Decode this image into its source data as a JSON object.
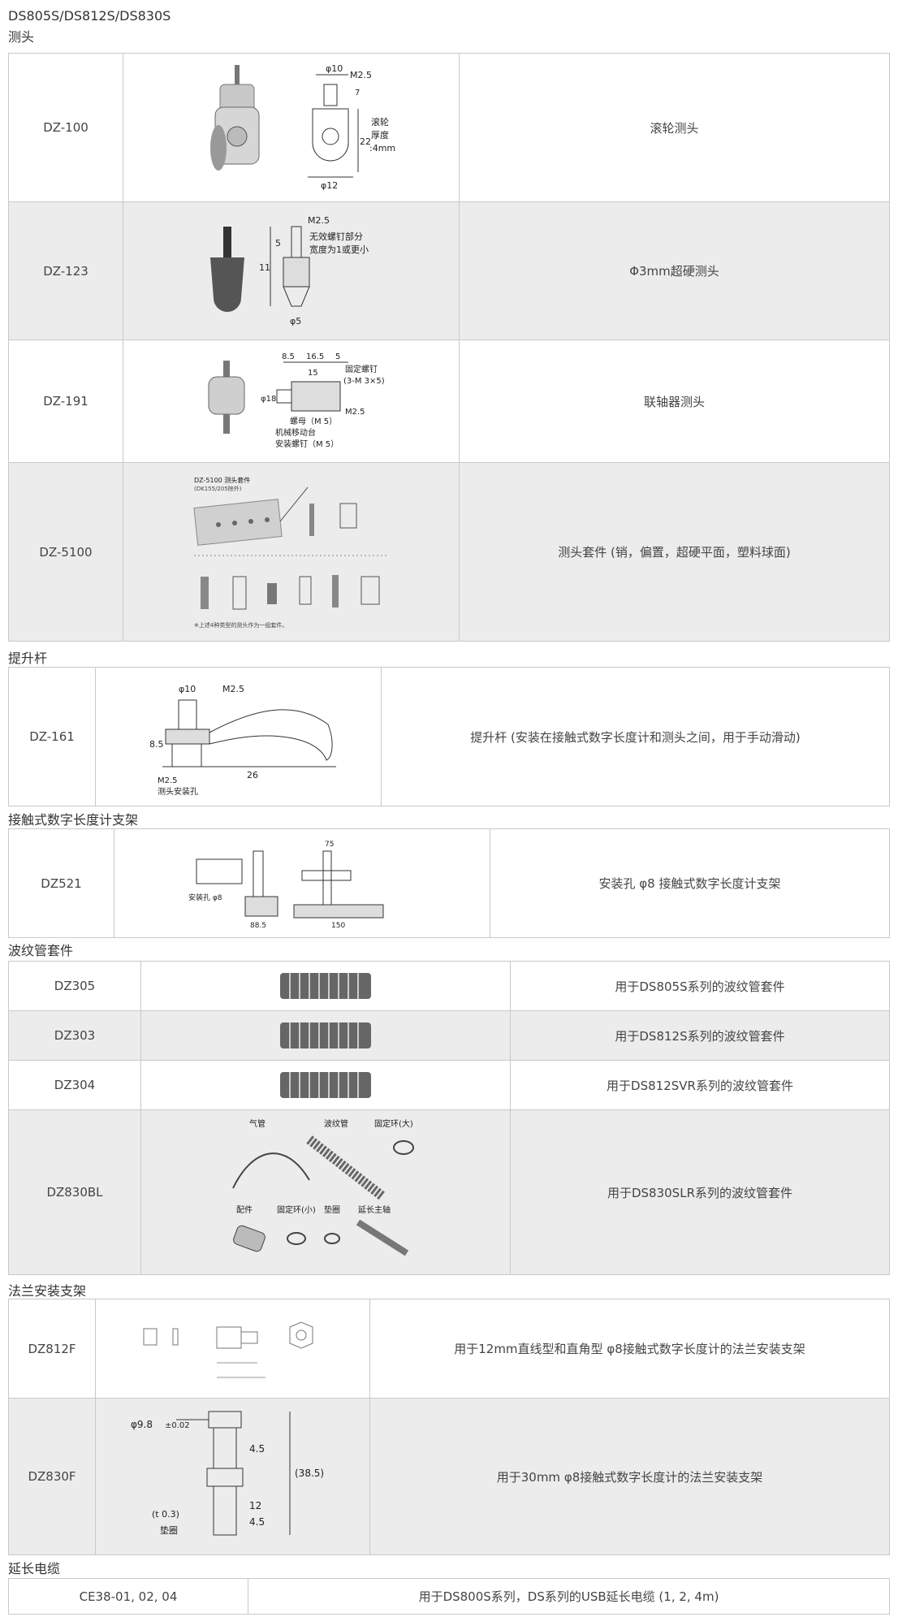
{
  "page_title": "DS805S/DS812S/DS830S",
  "sections": [
    {
      "title": "测头",
      "rows": [
        {
          "model": "DZ-100",
          "desc": "滚轮测头",
          "drawing_labels": {
            "top_dia": "φ10",
            "thread": "M2.5",
            "height": "22",
            "small": "7",
            "roller": "滚轮",
            "thickness": "厚度",
            "thick_val": ":4mm",
            "bottom_dia": "φ12"
          }
        },
        {
          "model": "DZ-123",
          "desc": "Φ3mm超硬测头",
          "drawing_labels": {
            "thread": "M2.5",
            "note1": "无效螺钉部分",
            "note2": "宽度为1或更小",
            "d5": "5",
            "d11": "11",
            "dia": "φ5"
          }
        },
        {
          "model": "DZ-191",
          "desc": "联轴器测头",
          "drawing_labels": {
            "w1": "8.5",
            "w2": "16.5",
            "w3": "5",
            "w4": "15",
            "dia18": "φ18",
            "screw": "固定螺钉",
            "screw_spec": "(3-M 3×5)",
            "nut": "螺母（M 5）",
            "stage": "机械移动台",
            "mount": "安装螺钉（M 5）",
            "m25": "M2.5"
          }
        },
        {
          "model": "DZ-5100",
          "desc": "测头套件 (销，偏置，超硬平面，塑料球面)",
          "drawing_labels": {
            "kit": "DZ-5100 测头套件",
            "kit_sub": "(DK155/205除外)",
            "note": "※上述4种类型的测头作为一组套件。"
          }
        }
      ]
    },
    {
      "title": "提升杆",
      "rows": [
        {
          "model": "DZ-161",
          "desc": "提升杆 (安装在接触式数字长度计和测头之间，用于手动滑动)",
          "drawing_labels": {
            "dia": "φ10",
            "thread": "M2.5",
            "h": "8.5",
            "len": "26",
            "hole_thread": "M2.5",
            "hole": "测头安装孔"
          }
        }
      ]
    },
    {
      "title": "接触式数字长度计支架",
      "rows": [
        {
          "model": "DZ521",
          "desc": "安装孔 φ8  接触式数字长度计支架",
          "drawing_labels": {
            "d75": "75",
            "d885": "88.5",
            "d150": "150",
            "hole": "安装孔 φ8"
          }
        }
      ]
    },
    {
      "title": "波纹管套件",
      "rows": [
        {
          "model": "DZ305",
          "desc": "用于DS805S系列的波纹管套件"
        },
        {
          "model": "DZ303",
          "desc": "用于DS812S系列的波纹管套件"
        },
        {
          "model": "DZ304",
          "desc": "用于DS812SVR系列的波纹管套件"
        },
        {
          "model": "DZ830BL",
          "desc": "用于DS830SLR系列的波纹管套件",
          "drawing_labels": {
            "air": "气管",
            "bellows": "波纹管",
            "ring_big": "固定环(大)",
            "part": "配件",
            "ring_small": "固定环(小)",
            "washer": "垫圈",
            "shaft": "延长主轴"
          }
        }
      ]
    },
    {
      "title": "法兰安装支架",
      "rows": [
        {
          "model": "DZ812F",
          "desc": "用于12mm直线型和直角型 φ8接触式数字长度计的法兰安装支架"
        },
        {
          "model": "DZ830F",
          "desc": "用于30mm φ8接触式数字长度计的法兰安装支架",
          "drawing_labels": {
            "dia": "φ9.8",
            "tol": "±0.02",
            "d45a": "4.5",
            "d385": "(38.5)",
            "d12": "12",
            "d45b": "4.5",
            "t03": "(t 0.3)",
            "washer": "垫圈"
          }
        }
      ]
    },
    {
      "title": "延长电缆",
      "rows": [
        {
          "model": "CE38-01, 02, 04",
          "desc": "用于DS800S系列，DS系列的USB延长电缆 (1, 2, 4m)"
        }
      ]
    }
  ],
  "colors": {
    "border": "#c9c9c9",
    "row_gray": "#ececec",
    "text": "#444444"
  }
}
